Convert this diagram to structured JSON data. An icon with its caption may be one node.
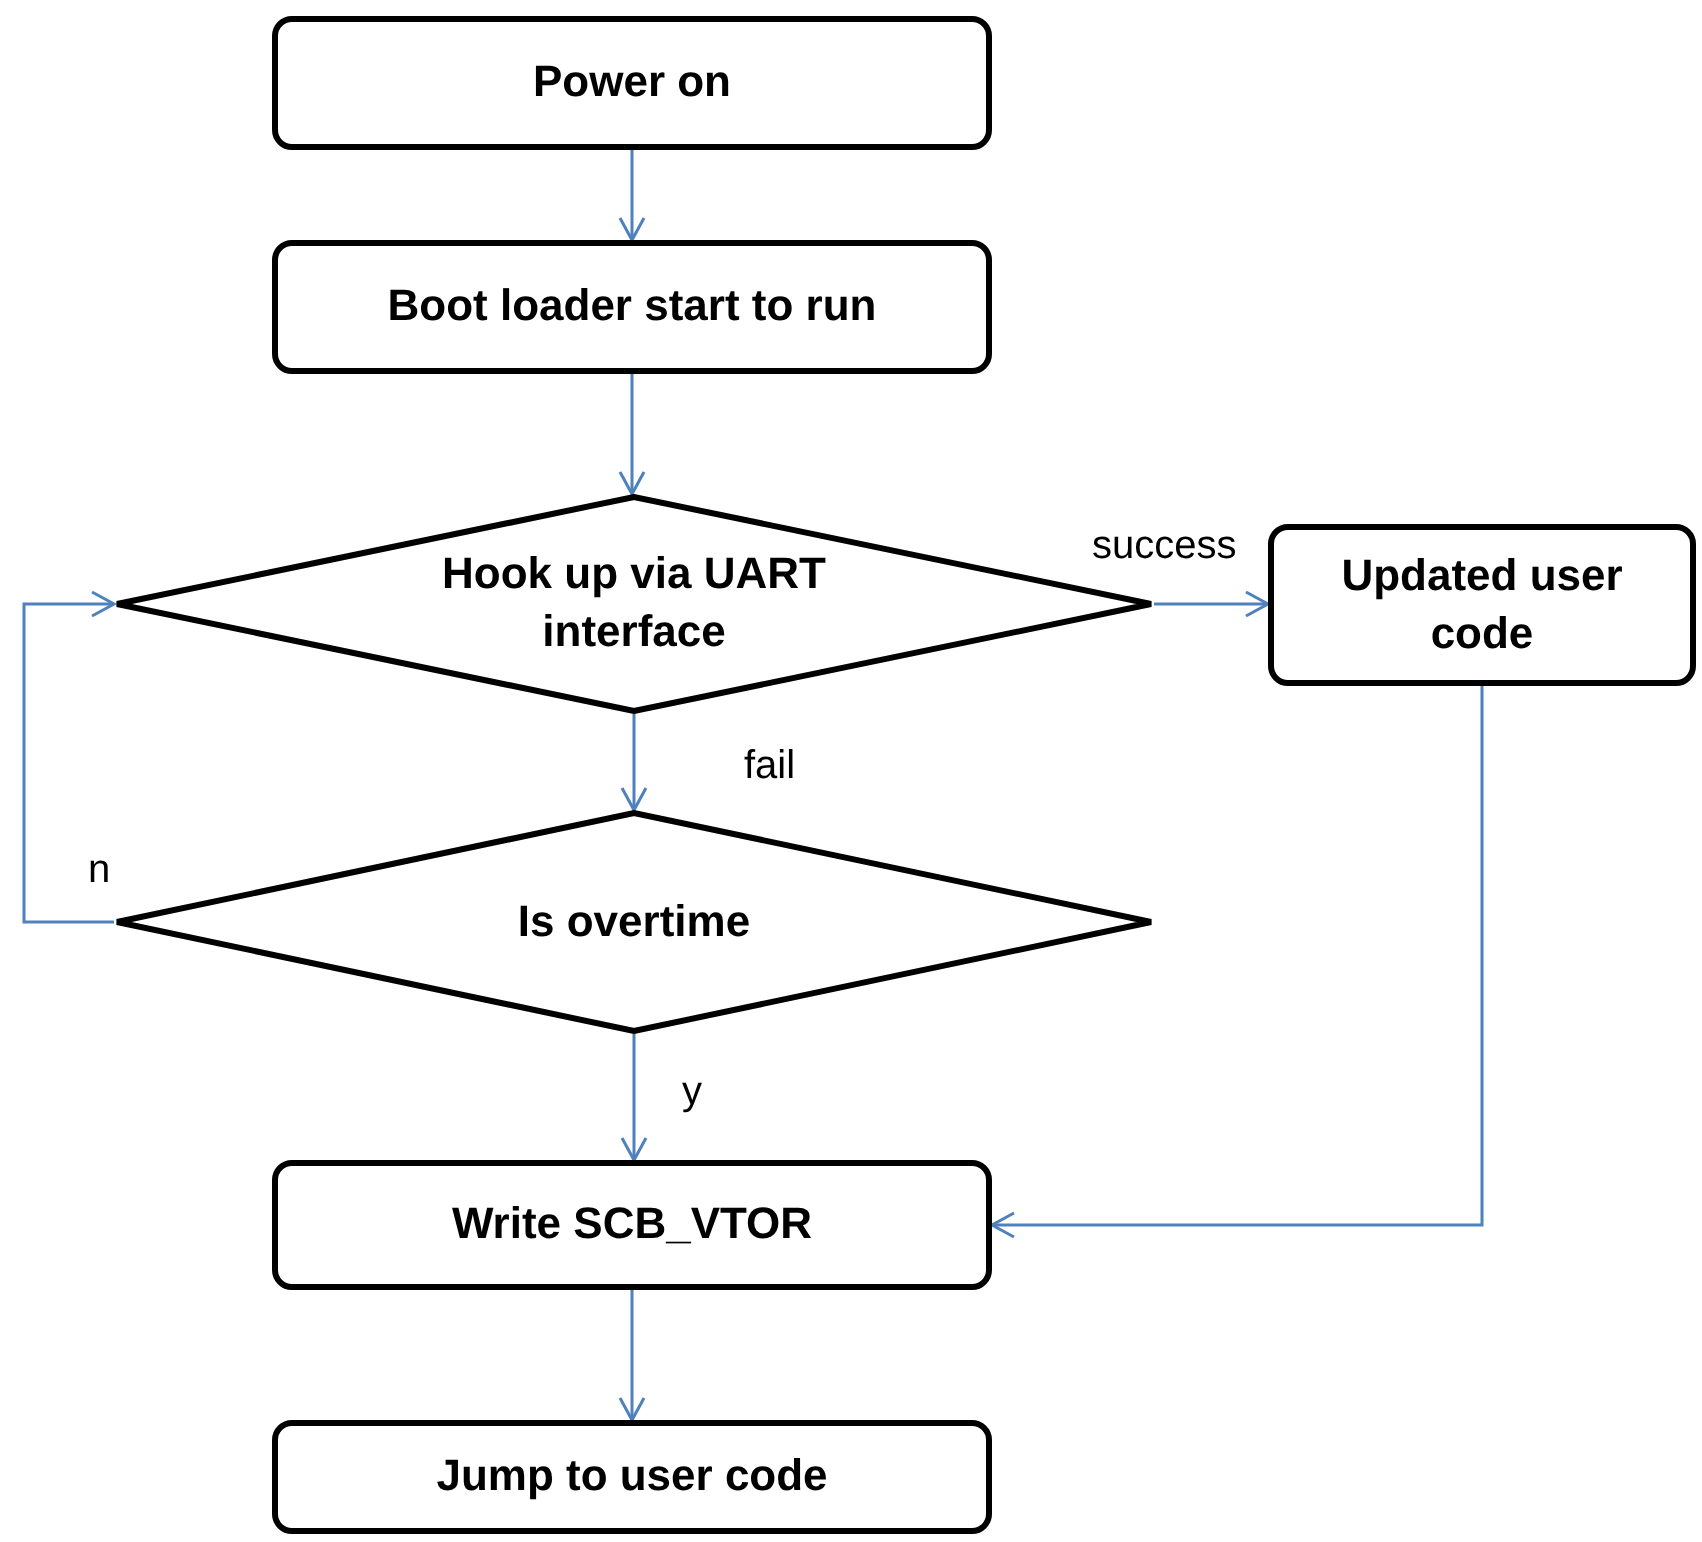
{
  "diagram": {
    "nodes": [
      {
        "text": [
          "Power on"
        ]
      },
      {
        "text": [
          "Boot loader start to run"
        ]
      },
      {
        "text": [
          "Hook up via UART interface"
        ]
      },
      {
        "text": [
          "Updated user code"
        ]
      },
      {
        "text": [
          "Is overtime"
        ]
      },
      {
        "text": [
          "Write SCB_VTOR"
        ]
      },
      {
        "text": [
          "Jump to user code"
        ]
      }
    ],
    "edges": [
      {
        "from": 0,
        "to": 1,
        "arrow": "to"
      },
      {
        "from": 1,
        "to": 2,
        "arrow": "to"
      },
      {
        "from": 2,
        "to": 3,
        "arrow": "to",
        "label": "success"
      },
      {
        "from": 2,
        "to": 4,
        "arrow": "to",
        "label": "fail"
      },
      {
        "from": 4,
        "to": 2,
        "arrow": "to",
        "label": "n"
      },
      {
        "from": 4,
        "to": 5,
        "arrow": "to",
        "label": "y"
      },
      {
        "from": 3,
        "to": 5,
        "arrow": "to"
      },
      {
        "from": 5,
        "to": 6,
        "arrow": "to"
      }
    ]
  }
}
